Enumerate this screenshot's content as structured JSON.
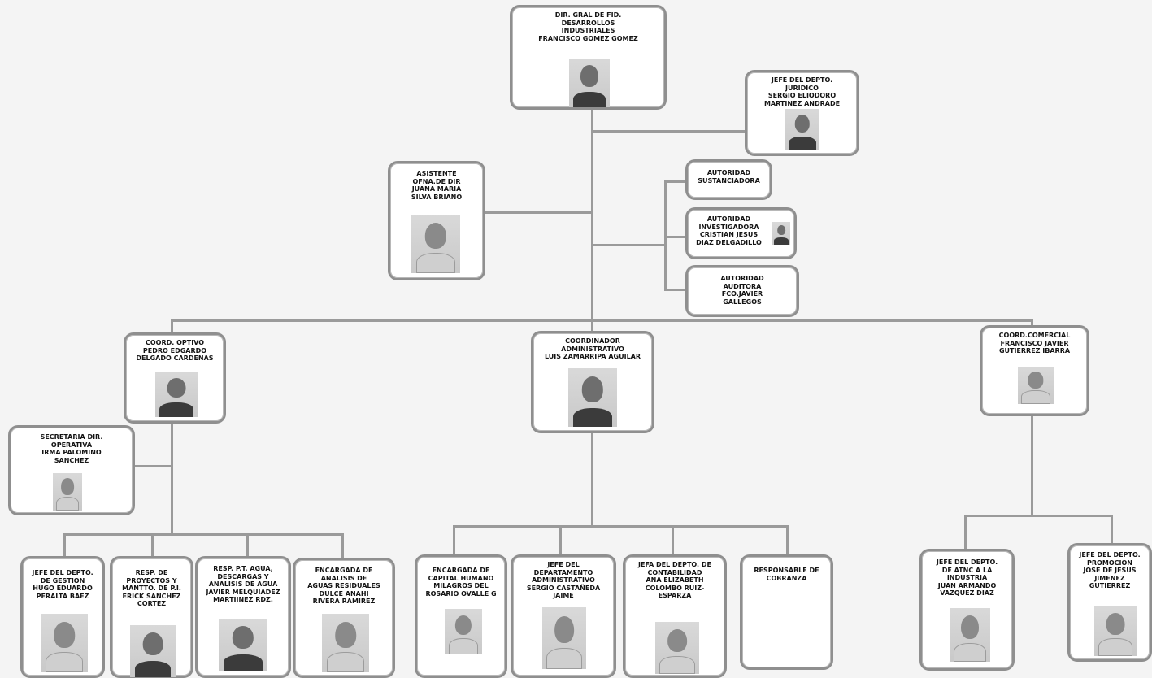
{
  "nodes": {
    "director": "DIR. GRAL DE FID.\nDESARROLLOS\nINDUSTRIALES\nFRANCISCO GOMEZ  GOMEZ",
    "juridico": "JEFE DEL DEPTO.\nJURIDICO\nSERGIO ELIODORO\nMARTINEZ ANDRADE",
    "asistente": "ASISTENTE\nOFNA.DE DIR\nJUANA MARIA\nSILVA BRIANO",
    "sustanciadora": "AUTORIDAD\nSUSTANCIADORA",
    "investigadora": "AUTORIDAD\nINVESTIGADORA\nCRISTIAN JESUS\nDIAZ DELGADILLO",
    "auditora": "AUTORIDAD\nAUDITORA\nFCO.JAVIER\nGALLEGOS",
    "operativo": "COORD. OPTIVO\nPEDRO EDGARDO\nDELGADO CARDENAS",
    "administrativo": "COORDINADOR\nADMINISTRATIVO\nLUIS ZAMARRIPA AGUILAR",
    "comercial": "COORD.COMERCIAL\nFRANCISCO JAVIER\nGUTIERREZ IBARRA",
    "secretaria": "SECRETARIA DIR.\nOPERATIVA\nIRMA PALOMINO\nSANCHEZ",
    "gestion": "JEFE DEL DEPTO.\nDE GESTION\nHUGO EDUARDO\nPERALTA BAEZ",
    "proyectos": "RESP. DE\nPROYECTOS Y\nMANTTO. DE P.I.\nERICK SANCHEZ\nCORTEZ",
    "agua": "RESP. P.T. AGUA,\nDESCARGAS Y\nANALISIS DE AGUA\nJAVIER MELQUIADEZ\nMARTIINEZ RDZ.",
    "residuales": "ENCARGADA DE\nANALISIS DE\nAGUAS RESIDUALES\nDULCE ANAHI\nRIVERA RAMIREZ",
    "capital": "ENCARGADA DE\nCAPITAL HUMANO\nMILAGROS DEL\nROSARIO OVALLE G",
    "depto_admin": "JEFE DEL\nDEPARTAMENTO\nADMINISTRATIVO\nSERGIO CASTAÑEDA\nJAIME",
    "contabilidad": "JEFA DEL DEPTO. DE\nCONTABILIDAD\nANA ELIZABETH\nCOLOMBO RUIZ-\nESPARZA",
    "cobranza": "RESPONSABLE DE\nCOBRANZA",
    "industria": "JEFE DEL DEPTO.\nDE ATNC A LA\nINDUSTRIA\nJUAN ARMANDO\nVAZQUEZ DIAZ",
    "promocion": "JEFE DEL DEPTO.\nPROMOCION\nJOSE DE JESUS\nJIMENEZ\nGUTIERREZ"
  }
}
